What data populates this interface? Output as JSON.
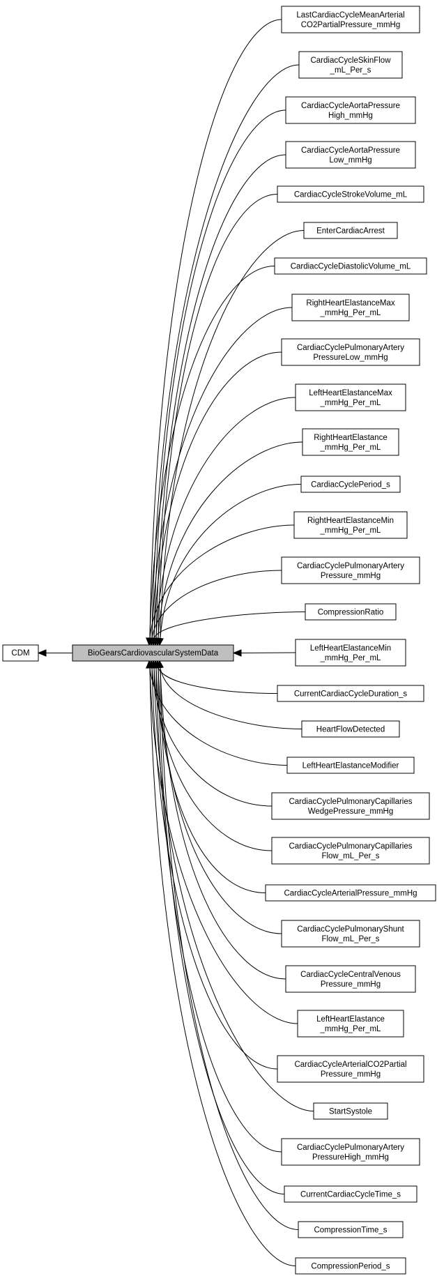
{
  "graph": {
    "root": {
      "id": "cdm",
      "label": "CDM"
    },
    "center": {
      "id": "bgcsd",
      "label": "BioGearsCardiovascularSystemData"
    },
    "members": [
      {
        "id": "m0",
        "lines": [
          "LastCardiacCycleMeanArterial",
          "CO2PartialPressure_mmHg"
        ]
      },
      {
        "id": "m1",
        "lines": [
          "CardiacCycleSkinFlow",
          "_mL_Per_s"
        ]
      },
      {
        "id": "m2",
        "lines": [
          "CardiacCycleAortaPressure",
          "High_mmHg"
        ]
      },
      {
        "id": "m3",
        "lines": [
          "CardiacCycleAortaPressure",
          "Low_mmHg"
        ]
      },
      {
        "id": "m4",
        "lines": [
          "CardiacCycleStrokeVolume_mL"
        ]
      },
      {
        "id": "m5",
        "lines": [
          "EnterCardiacArrest"
        ]
      },
      {
        "id": "m6",
        "lines": [
          "CardiacCycleDiastolicVolume_mL"
        ]
      },
      {
        "id": "m7",
        "lines": [
          "RightHeartElastanceMax",
          "_mmHg_Per_mL"
        ]
      },
      {
        "id": "m8",
        "lines": [
          "CardiacCyclePulmonaryArtery",
          "PressureLow_mmHg"
        ]
      },
      {
        "id": "m9",
        "lines": [
          "LeftHeartElastanceMax",
          "_mmHg_Per_mL"
        ]
      },
      {
        "id": "m10",
        "lines": [
          "RightHeartElastance",
          "_mmHg_Per_mL"
        ]
      },
      {
        "id": "m11",
        "lines": [
          "CardiacCyclePeriod_s"
        ]
      },
      {
        "id": "m12",
        "lines": [
          "RightHeartElastanceMin",
          "_mmHg_Per_mL"
        ]
      },
      {
        "id": "m13",
        "lines": [
          "CardiacCyclePulmonaryArtery",
          "Pressure_mmHg"
        ]
      },
      {
        "id": "m14",
        "lines": [
          "CompressionRatio"
        ]
      },
      {
        "id": "m15",
        "lines": [
          "LeftHeartElastanceMin",
          "_mmHg_Per_mL"
        ]
      },
      {
        "id": "m16",
        "lines": [
          "CurrentCardiacCycleDuration_s"
        ]
      },
      {
        "id": "m17",
        "lines": [
          "HeartFlowDetected"
        ]
      },
      {
        "id": "m18",
        "lines": [
          "LeftHeartElastanceModifier"
        ]
      },
      {
        "id": "m19",
        "lines": [
          "CardiacCyclePulmonaryCapillaries",
          "WedgePressure_mmHg"
        ]
      },
      {
        "id": "m20",
        "lines": [
          "CardiacCyclePulmonaryCapillaries",
          "Flow_mL_Per_s"
        ]
      },
      {
        "id": "m21",
        "lines": [
          "CardiacCycleArterialPressure_mmHg"
        ]
      },
      {
        "id": "m22",
        "lines": [
          "CardiacCyclePulmonaryShunt",
          "Flow_mL_Per_s"
        ]
      },
      {
        "id": "m23",
        "lines": [
          "CardiacCycleCentralVenous",
          "Pressure_mmHg"
        ]
      },
      {
        "id": "m24",
        "lines": [
          "LeftHeartElastance",
          "_mmHg_Per_mL"
        ]
      },
      {
        "id": "m25",
        "lines": [
          "CardiacCycleArterialCO2Partial",
          "Pressure_mmHg"
        ]
      },
      {
        "id": "m26",
        "lines": [
          "StartSystole"
        ]
      },
      {
        "id": "m27",
        "lines": [
          "CardiacCyclePulmonaryArtery",
          "PressureHigh_mmHg"
        ]
      },
      {
        "id": "m28",
        "lines": [
          "CurrentCardiacCycleTime_s"
        ]
      },
      {
        "id": "m29",
        "lines": [
          "CompressionTime_s"
        ]
      },
      {
        "id": "m30",
        "lines": [
          "CompressionPeriod_s"
        ]
      }
    ]
  }
}
